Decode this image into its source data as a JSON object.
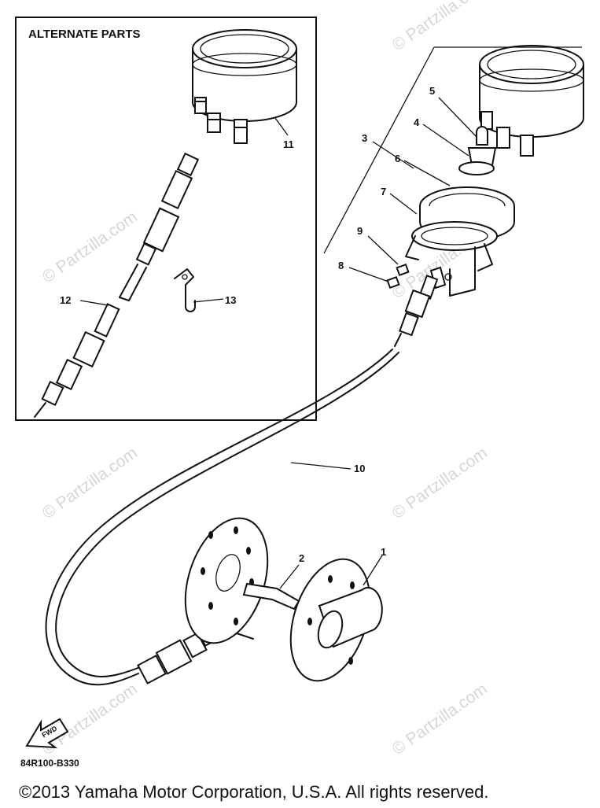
{
  "box_title": "ALTERNATE PARTS",
  "part_code": "84R100-B330",
  "fwd_label": "FWD",
  "copyright": "©2013  Yamaha Motor Corporation, U.S.A. All rights reserved.",
  "watermark": "© Partzilla.com",
  "callouts": [
    "1",
    "2",
    "3",
    "4",
    "5",
    "6",
    "7",
    "8",
    "9",
    "10",
    "11",
    "12",
    "13"
  ]
}
